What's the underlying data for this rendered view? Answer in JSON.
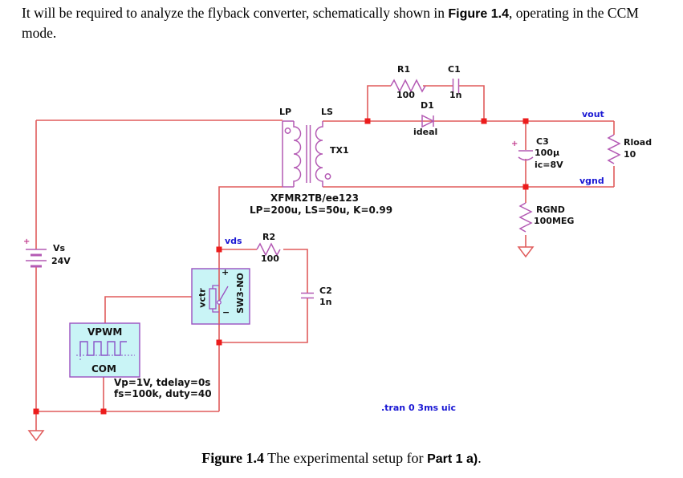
{
  "intro": {
    "text_before": "It will be required to analyze the flyback converter, schematically shown in ",
    "figure_ref": "Figure 1.4",
    "text_after": ", operating in the CCM mode."
  },
  "caption": {
    "figure_label": "Figure 1.4",
    "text": " The experimental setup for ",
    "part_ref": "Part 1 a)",
    "period": "."
  },
  "schematic": {
    "directive": ".tran 0 3ms uic",
    "net_labels": {
      "vout": "vout",
      "vgnd": "vgnd",
      "vds": "vds"
    },
    "components": {
      "r1": {
        "name": "R1",
        "value": "100"
      },
      "c1": {
        "name": "C1",
        "value": "1n"
      },
      "d1": {
        "name": "D1",
        "value": "ideal"
      },
      "transformer": {
        "primary": "LP",
        "secondary": "LS",
        "name": "TX1",
        "model": "XFMR2TB/ee123",
        "params": "LP=200u, LS=50u, K=0.99"
      },
      "c3": {
        "name": "C3",
        "value": "100µ",
        "ic": "ic=8V",
        "plus": "+"
      },
      "rload": {
        "name": "Rload",
        "value": "10"
      },
      "rgnd": {
        "name": "RGND",
        "value": "100MEG"
      },
      "vs": {
        "name": "Vs",
        "value": "24V",
        "plus": "+"
      },
      "r2": {
        "name": "R2",
        "value": "100"
      },
      "c2": {
        "name": "C2",
        "value": "1n"
      },
      "vpwm": {
        "name": "VPWM",
        "com": "COM",
        "params_line1": "Vp=1V, tdelay=0s",
        "params_line2": "fs=100k, duty=40"
      },
      "switch": {
        "control": "vctr",
        "name": "SW3-NO",
        "plus": "+",
        "minus": "−"
      }
    },
    "colors": {
      "wire": "#e05c5c",
      "junction": "#ec1c1c",
      "component": "#b45ab4",
      "net_label": "#1a18d4",
      "box_fill": "#c9f4f6",
      "box_border": "#9b4fc0"
    }
  }
}
